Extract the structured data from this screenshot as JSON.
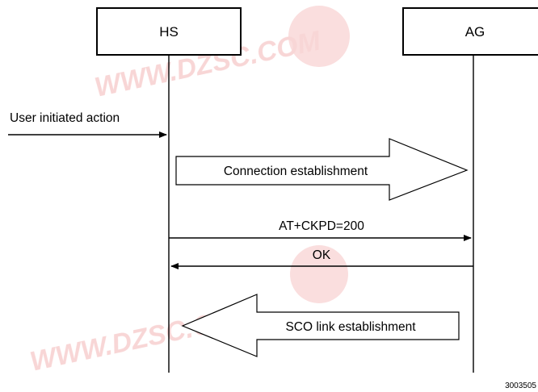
{
  "lifelines": {
    "hs": "HS",
    "ag": "AG"
  },
  "messages": {
    "user_action": "User initiated action",
    "connection": "Connection establishment",
    "at_command": "AT+CKPD=200",
    "ok": "OK",
    "sco": "SCO link establishment"
  },
  "figure_id": "3003505",
  "watermark": {
    "text": "WWW.DZSC.COM",
    "color": "#f3b5b5"
  },
  "colors": {
    "line": "#000000",
    "background": "#ffffff"
  }
}
